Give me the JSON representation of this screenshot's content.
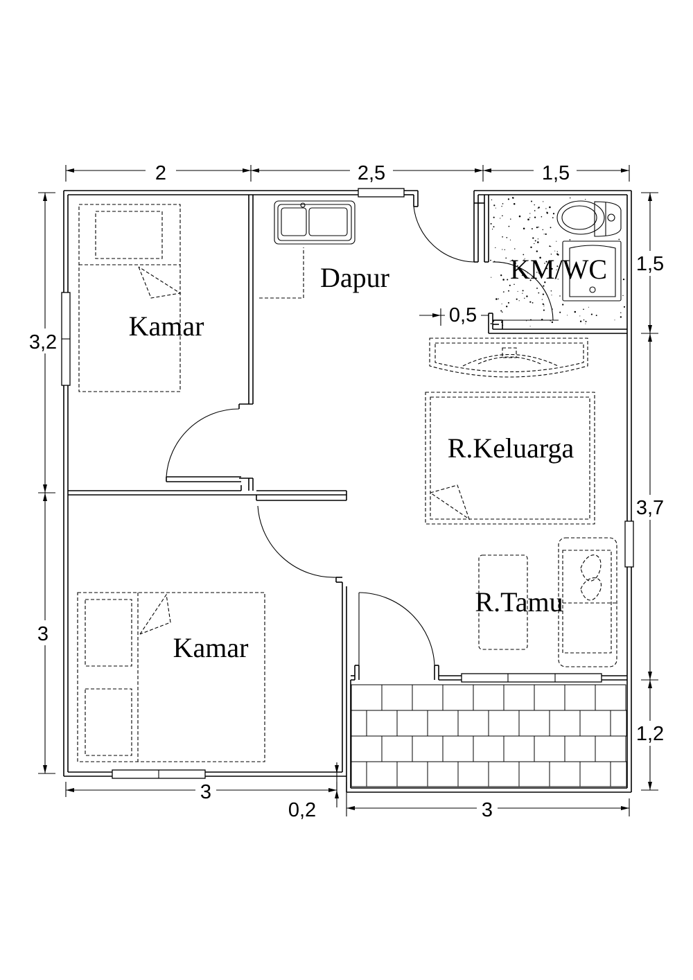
{
  "rooms": {
    "kamar_top": "Kamar",
    "kamar_bottom": "Kamar",
    "dapur": "Dapur",
    "kmwc": "KM/WC",
    "keluarga": "R.Keluarga",
    "tamu": "R.Tamu"
  },
  "dimensions": {
    "top_left": "2",
    "top_mid": "2,5",
    "top_right": "1,5",
    "left_top": "3,2",
    "left_bottom": "3",
    "right_top": "1,5",
    "right_mid": "3,7",
    "right_bottom": "1,2",
    "bottom_left": "3",
    "bottom_gap": "0,2",
    "bottom_right": "3",
    "inner_wc": "0,5"
  }
}
